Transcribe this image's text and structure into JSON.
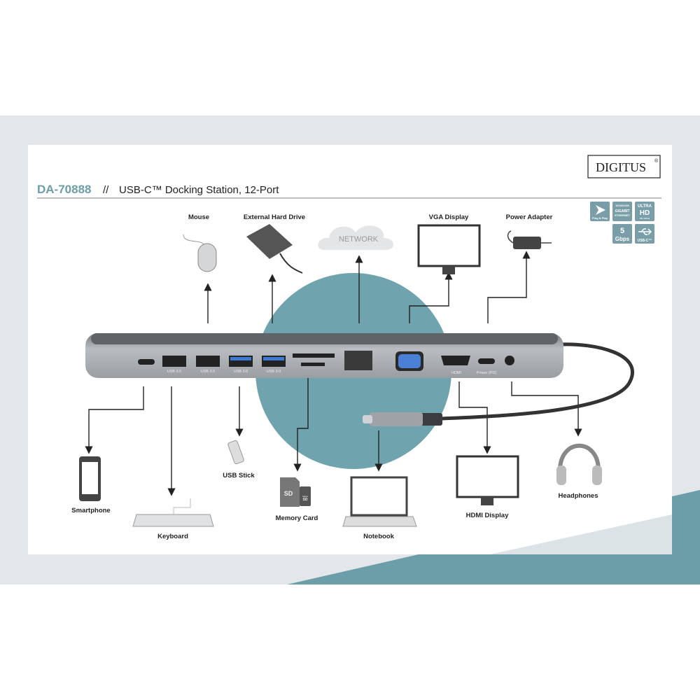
{
  "header": {
    "model": "DA-70888",
    "separator": "//",
    "title": "USB-C™ Docking Station, 12-Port",
    "brand": "DIGITUS",
    "brand_mark": "®"
  },
  "colors": {
    "accent": "#6b9ea8",
    "background_band": "#e4e7ea",
    "circle": "#6fa3ad",
    "dock": "#a3a6ab"
  },
  "badges": [
    {
      "icon": "plug-and-play-icon",
      "text": "Plug & Play"
    },
    {
      "top": "10/100/1000",
      "text": "GIGABIT",
      "text2": "ETHERNET"
    },
    {
      "top": "ULTRA",
      "text": "HD",
      "text2": "4K / 30 Hz"
    },
    {
      "top": "5",
      "text": "Gbps"
    },
    {
      "icon": "usb-icon",
      "text": "USB-C™"
    }
  ],
  "ports": {
    "usb2_a": "USB 2.0",
    "usb2_b": "USB 2.0",
    "usb3_a": "USB 3.0",
    "usb3_b": "USB 3.0",
    "hdmi": "HDMI",
    "power": "Power (PD)"
  },
  "devices": {
    "mouse": "Mouse",
    "hdd": "External Hard Drive",
    "network": "NETWORK",
    "vga": "VGA Display",
    "power": "Power Adapter",
    "smartphone": "Smartphone",
    "keyboard": "Keyboard",
    "usb_stick": "USB Stick",
    "memory_card": "Memory Card",
    "notebook": "Notebook",
    "hdmi": "HDMI Display",
    "headphones": "Headphones"
  },
  "sd_labels": {
    "sd": "SD",
    "micro": "micro SD"
  }
}
